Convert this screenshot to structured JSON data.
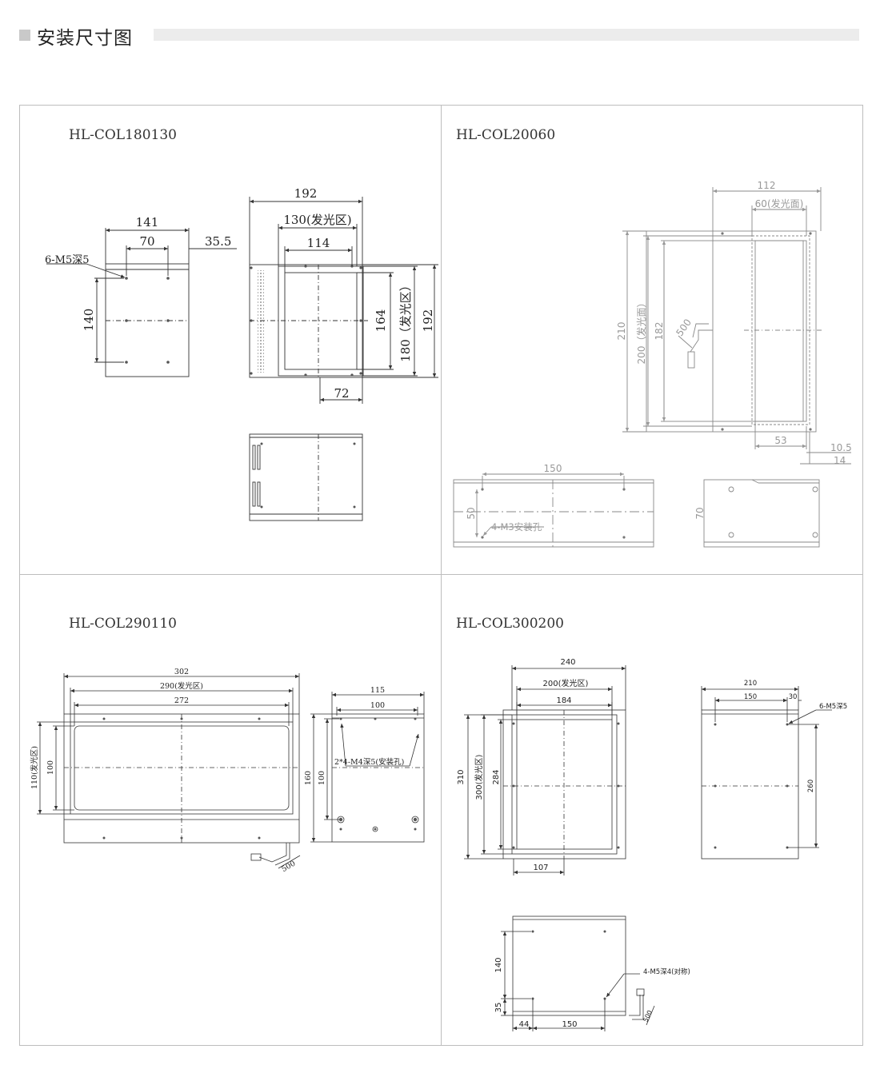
{
  "header": {
    "title": "安装尺寸图"
  },
  "models": [
    {
      "name": "HL-COL180130"
    },
    {
      "name": "HL-COL20060"
    },
    {
      "name": "HL-COL290110"
    },
    {
      "name": "HL-COL300200"
    }
  ],
  "m1": {
    "top": {
      "w": "141",
      "w2": "70",
      "off": "35.5",
      "hole": "6-M5深5",
      "h": "140"
    },
    "front": {
      "w": "192",
      "lw": "130(发光区)",
      "iw": "114",
      "ih": "164",
      "lh": "180（发光区）",
      "h": "192",
      "b": "72"
    }
  },
  "m2": {
    "top": {
      "w": "112",
      "lw": "60(发光面)",
      "h": "210",
      "lh": "200（发光面）",
      "ih": "182",
      "cable": "500",
      "b": "53",
      "s1": "10.5",
      "s2": "14"
    },
    "side": {
      "w": "150",
      "h": "50",
      "hole": "4-M3安装孔"
    },
    "end": {
      "h": "70"
    }
  },
  "m3": {
    "front": {
      "w": "302",
      "lw": "290(发光区)",
      "iw": "272",
      "lh": "110(发光区)",
      "ih": "100",
      "cable": "500"
    },
    "side": {
      "w": "115",
      "iw": "100",
      "h": "160",
      "ih": "100",
      "hole": "2*4-M4深5(安装孔)"
    }
  },
  "m4": {
    "front": {
      "w": "240",
      "lw": "200(发光区)",
      "iw": "184",
      "h": "310",
      "lh": "300(发光区)",
      "ih": "284",
      "b": "107"
    },
    "side": {
      "w": "210",
      "iw": "150",
      "off": "30",
      "hole": "6-M5深5",
      "h": "260"
    },
    "bottom": {
      "h": "140",
      "h2": "35",
      "b1": "44",
      "b2": "150",
      "hole": "4-M5深4(对称)",
      "cable": "500"
    }
  }
}
